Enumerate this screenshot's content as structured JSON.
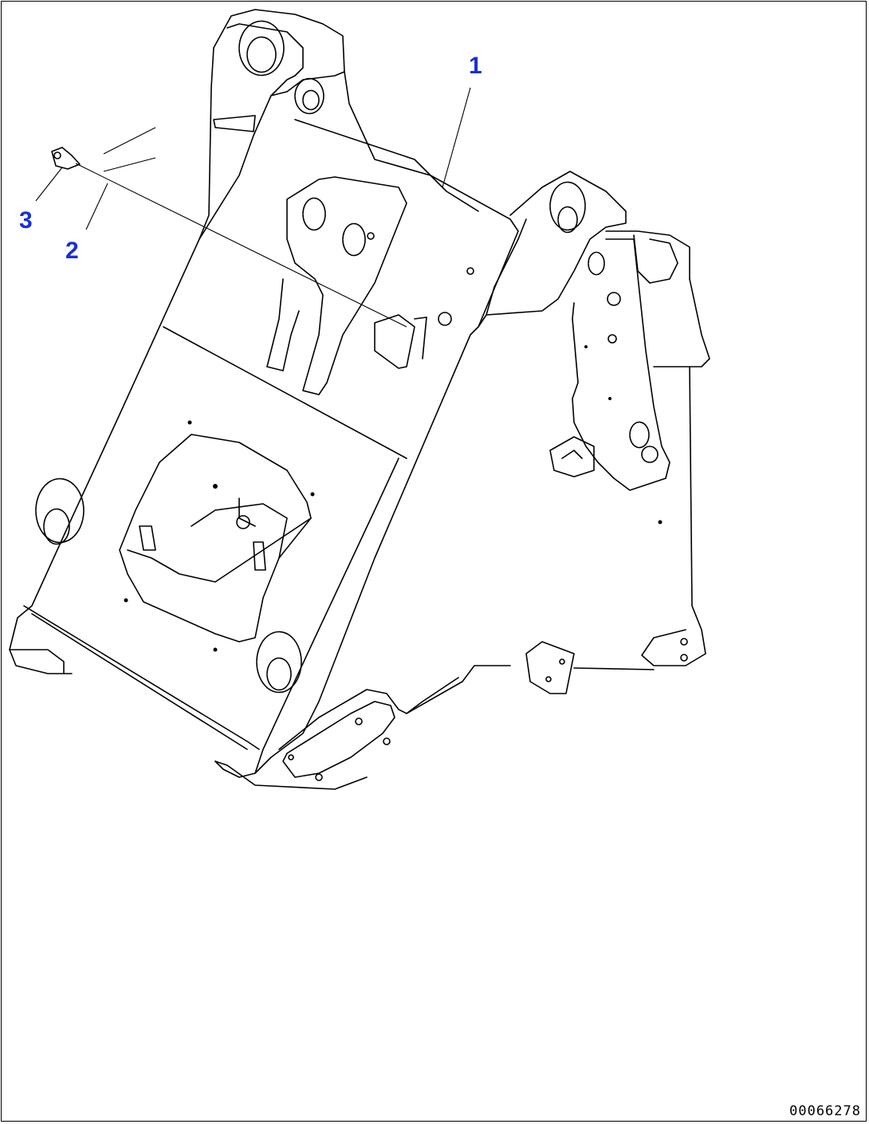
{
  "callouts": [
    {
      "label": "1",
      "part": "frame"
    },
    {
      "label": "2",
      "part": "pin"
    },
    {
      "label": "3",
      "part": "nut"
    }
  ],
  "figure_number": "00066278",
  "colors": {
    "callout": "#1a2fd6",
    "linework": "#000000",
    "background": "#ffffff"
  }
}
